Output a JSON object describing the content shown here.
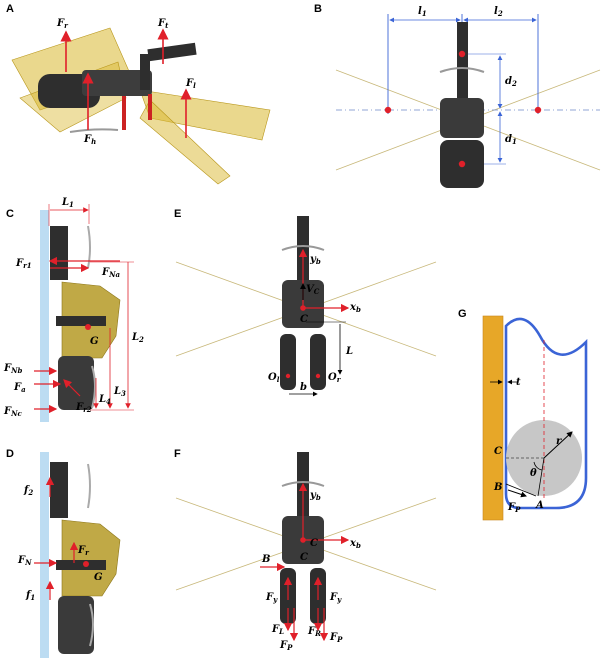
{
  "panels": [
    "A",
    "B",
    "C",
    "D",
    "E",
    "F",
    "G"
  ],
  "panelA": {
    "labels": [
      {
        "main": "F",
        "sub": "r"
      },
      {
        "main": "F",
        "sub": "t"
      },
      {
        "main": "F",
        "sub": "l"
      },
      {
        "main": "F",
        "sub": "h"
      }
    ]
  },
  "panelB": {
    "labels": [
      {
        "main": "l",
        "sub": "1"
      },
      {
        "main": "l",
        "sub": "2"
      },
      {
        "main": "d",
        "sub": "2"
      },
      {
        "main": "d",
        "sub": "1"
      }
    ]
  },
  "panelC": {
    "labels": [
      {
        "main": "L",
        "sub": "1"
      },
      {
        "main": "F",
        "sub": "r1"
      },
      {
        "main": "F",
        "sub": "Na"
      },
      {
        "main": "G",
        "sub": ""
      },
      {
        "main": "L",
        "sub": "2"
      },
      {
        "main": "F",
        "sub": "Nb"
      },
      {
        "main": "F",
        "sub": "a"
      },
      {
        "main": "F",
        "sub": "r2"
      },
      {
        "main": "L",
        "sub": "3"
      },
      {
        "main": "L",
        "sub": "4"
      },
      {
        "main": "F",
        "sub": "Nc"
      }
    ]
  },
  "panelD": {
    "labels": [
      {
        "main": "f",
        "sub": "2"
      },
      {
        "main": "F",
        "sub": "N"
      },
      {
        "main": "F",
        "sub": "r"
      },
      {
        "main": "G",
        "sub": ""
      },
      {
        "main": "f",
        "sub": "1"
      }
    ]
  },
  "panelE": {
    "labels": [
      {
        "main": "y",
        "sub": "b"
      },
      {
        "main": "V",
        "sub": "C"
      },
      {
        "main": "x",
        "sub": "b"
      },
      {
        "main": "C",
        "sub": ""
      },
      {
        "main": "L",
        "sub": ""
      },
      {
        "main": "O",
        "sub": "l"
      },
      {
        "main": "O",
        "sub": "r"
      },
      {
        "main": "b",
        "sub": ""
      }
    ]
  },
  "panelF": {
    "labels": [
      {
        "main": "y",
        "sub": "b"
      },
      {
        "main": "C",
        "sub": ""
      },
      {
        "main": "x",
        "sub": "b"
      },
      {
        "main": "B",
        "sub": ""
      },
      {
        "main": "C",
        "sub": ""
      },
      {
        "main": "F",
        "sub": "y"
      },
      {
        "main": "F",
        "sub": "y"
      },
      {
        "main": "F",
        "sub": "L"
      },
      {
        "main": "F",
        "sub": "R"
      },
      {
        "main": "F",
        "sub": "P"
      },
      {
        "main": "F",
        "sub": "P"
      }
    ]
  },
  "panelG": {
    "labels": [
      {
        "main": "t",
        "sub": ""
      },
      {
        "main": "r",
        "sub": ""
      },
      {
        "main": "C",
        "sub": ""
      },
      {
        "main": "θ",
        "sub": ""
      },
      {
        "main": "B",
        "sub": ""
      },
      {
        "main": "F",
        "sub": "P"
      },
      {
        "main": "A",
        "sub": ""
      }
    ]
  },
  "colors": {
    "wing": "#d9b830",
    "wingEdge": "#b8961a",
    "force": "#e0202a",
    "dim": "#3b64d6",
    "axis": "#6f88c8",
    "robot": "#2e2e2e",
    "wall": "#bcdcf2",
    "gold": "#e7a728",
    "goldEdge": "#c8861a",
    "wheel": "#c7c7c7"
  }
}
